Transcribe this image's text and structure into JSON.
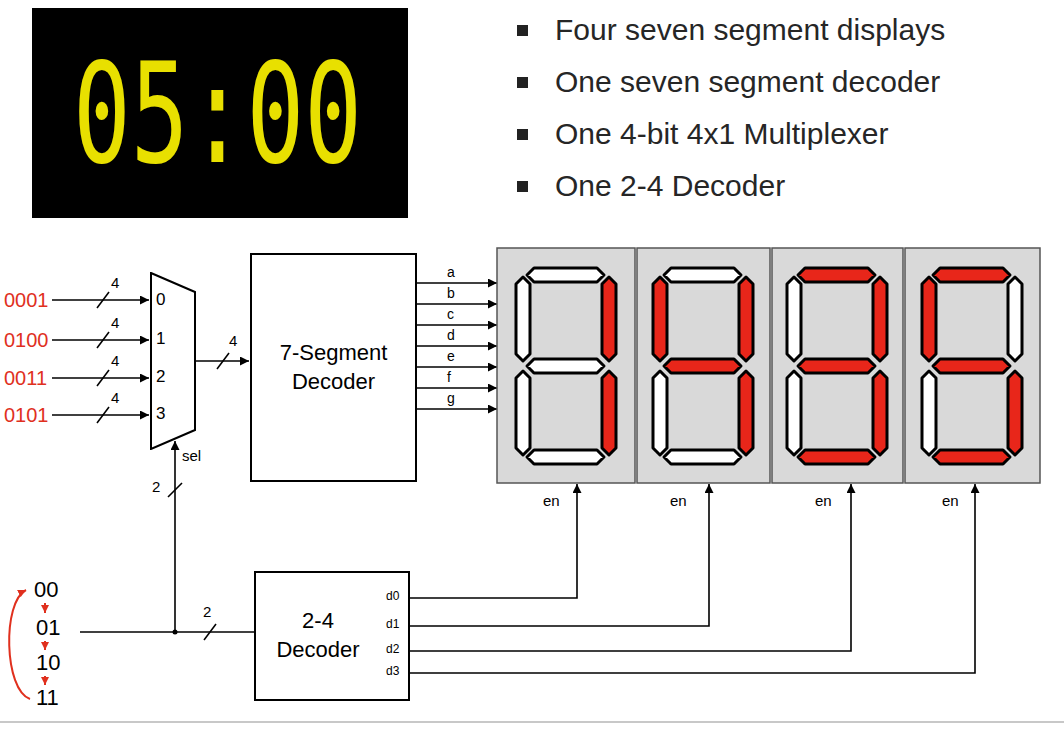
{
  "diagram": {
    "nodes": [
      {
        "text": [
          "0",
          "1",
          "2",
          "3"
        ]
      },
      {
        "text": [
          "7-Segment Decoder"
        ]
      },
      {
        "text": [
          "2-4 Decoder"
        ]
      }
    ],
    "edges": [
      {
        "from": 0,
        "to": 1,
        "arrow": "to",
        "label": "4"
      }
    ],
    "labels": [
      "05:00",
      "Four seven segment displays",
      "One seven segment decoder",
      "One 4-bit 4x1 Multiplexer",
      "One 2-4 Decoder",
      "0001",
      "0100",
      "0011",
      "0101",
      "4",
      "4",
      "4",
      "4",
      "sel",
      "2",
      "a",
      "b",
      "c",
      "d",
      "e",
      "f",
      "g",
      "en",
      "en",
      "en",
      "en",
      "00",
      "01",
      "10",
      "11",
      "2",
      "d0",
      "d1",
      "d2",
      "d3"
    ]
  }
}
